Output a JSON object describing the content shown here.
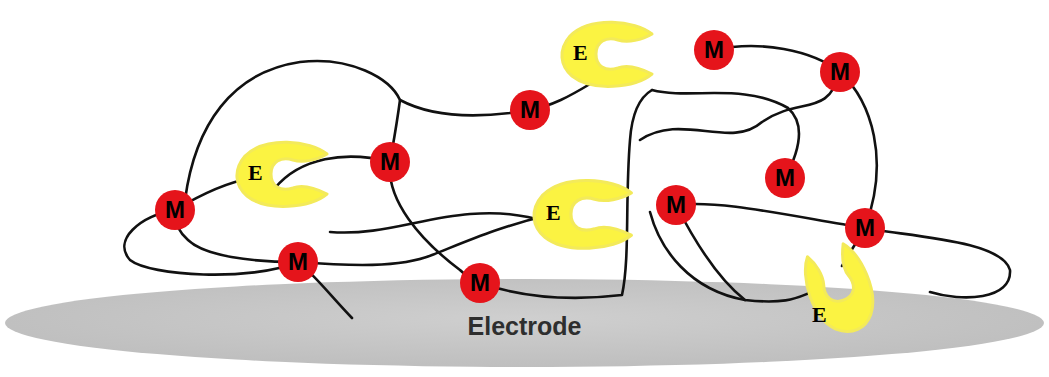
{
  "diagram": {
    "nodes": [
      {
        "text": [
          "E"
        ]
      },
      {
        "text": [
          "M"
        ]
      },
      {
        "text": [
          "M"
        ]
      },
      {
        "text": [
          "M"
        ]
      },
      {
        "text": [
          "M"
        ]
      },
      {
        "text": [
          "E"
        ]
      },
      {
        "text": [
          "M"
        ]
      },
      {
        "text": [
          "M"
        ]
      },
      {
        "text": [
          "E"
        ]
      },
      {
        "text": [
          "M"
        ]
      },
      {
        "text": [
          "M"
        ]
      },
      {
        "text": [
          "M"
        ]
      },
      {
        "text": [
          "M"
        ]
      },
      {
        "text": [
          "E"
        ]
      },
      {
        "text": [
          "Electrode"
        ]
      }
    ]
  }
}
